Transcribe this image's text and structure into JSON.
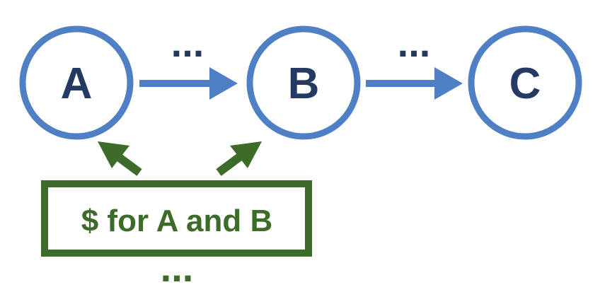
{
  "nodes": {
    "a": {
      "label": "A"
    },
    "b": {
      "label": "B"
    },
    "c": {
      "label": "C"
    }
  },
  "edges": {
    "a_to_b": {
      "ellipsis": "..."
    },
    "b_to_c": {
      "ellipsis": "..."
    }
  },
  "funding_box": {
    "label": "$ for A and B",
    "ellipsis": "..."
  },
  "colors": {
    "node_stroke": "#4f7fc4",
    "node_text": "#243a63",
    "funding_green": "#3d6b2a"
  }
}
